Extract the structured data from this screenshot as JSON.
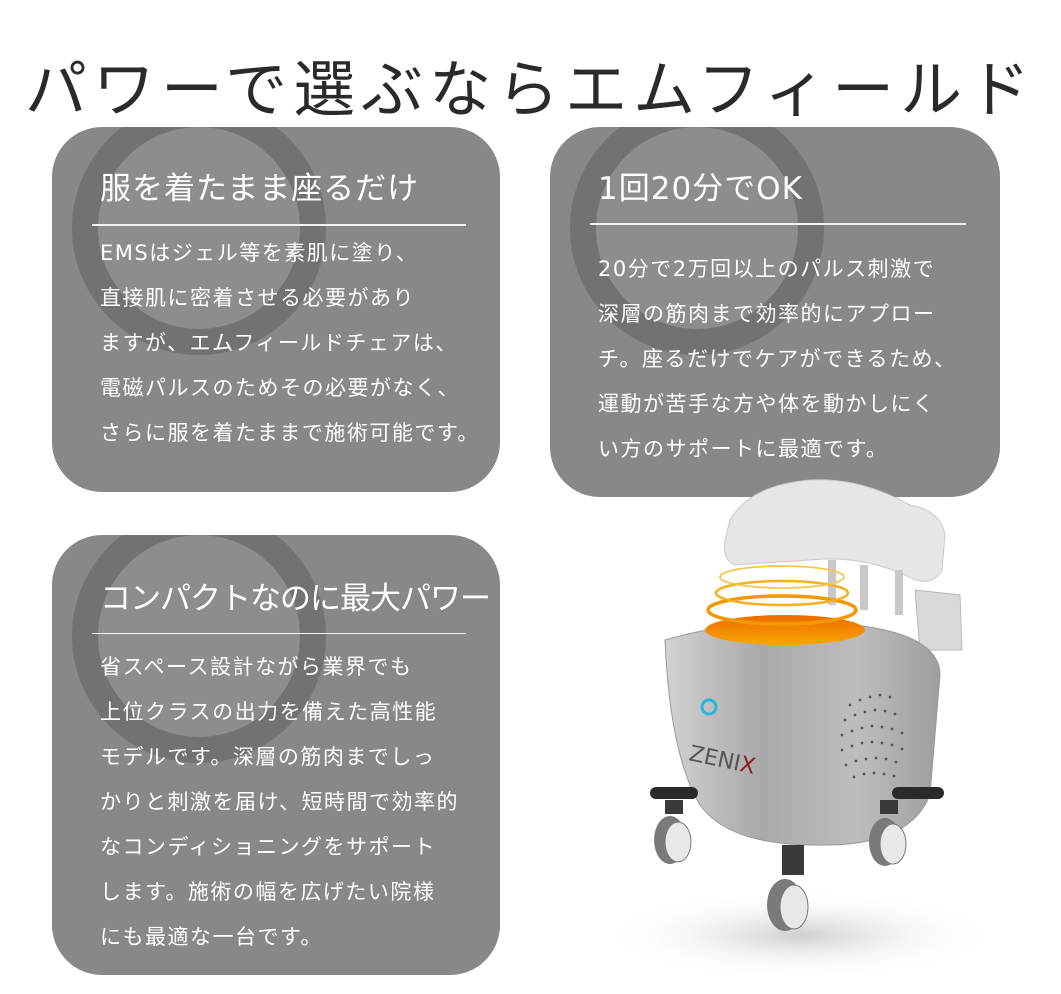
{
  "headline": "パワーで選ぶならエムフィールド",
  "cards": [
    {
      "title": "服を着たまま座るだけ",
      "lines": [
        "EMSはジェル等を素肌に塗り、",
        "直接肌に密着させる必要があり",
        "ますが、エムフィールドチェアは、",
        "電磁パルスのためその必要がなく、",
        "さらに服を着たままで施術可能です。"
      ]
    },
    {
      "title": "1回20分でOK",
      "lines": [
        "20分で2万回以上のパルス刺激で",
        "深層の筋肉まで効率的にアプロー",
        "チ。座るだけでケアができるため、",
        "運動が苦手な方や体を動かしにく",
        "い方のサポートに最適です。"
      ]
    },
    {
      "title": "コンパクトなのに最大パワー",
      "lines": [
        "省スペース設計ながら業界でも",
        "上位クラスの出力を備えた高性能",
        "モデルです。深層の筋肉までしっ",
        "かりと刺激を届け、短時間で効率的",
        "なコンディショニングをサポート",
        "します。施術の幅を広げたい院様",
        "にも最適な一台です。"
      ]
    }
  ],
  "product": {
    "brand_logo": "ZENIX",
    "colors": {
      "body": "#a8a8a8",
      "seat_glow": "#f39800",
      "indicator": "#29b6d8",
      "logo_accent": "#8b1a1a"
    }
  },
  "colors": {
    "card_bg": "#888888",
    "ring": "#727272",
    "headline_text": "#2a2a2a"
  }
}
